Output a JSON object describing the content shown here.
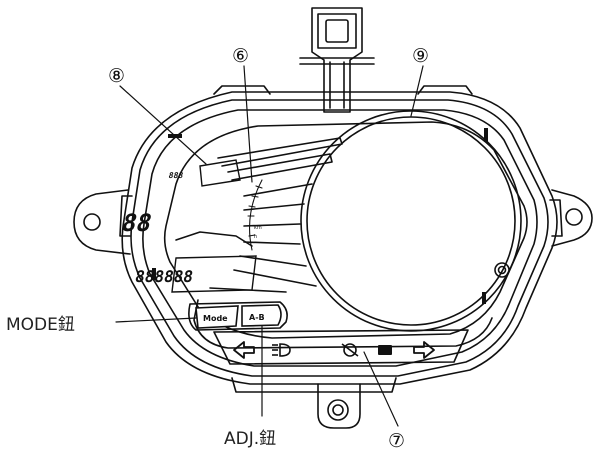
{
  "callouts": {
    "six": "⑥",
    "seven": "⑦",
    "eight": "⑧",
    "nine": "⑨"
  },
  "labels": {
    "mode_button": "MODE鈕",
    "adj_button": "ADJ.鈕"
  },
  "buttons": {
    "mode": "Mode",
    "adj": "A-B"
  }
}
